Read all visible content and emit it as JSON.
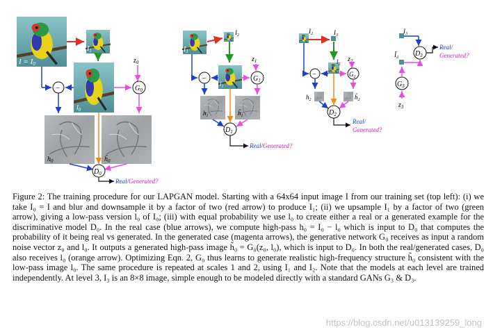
{
  "figure": {
    "colors": {
      "blue": "#1a3fd0",
      "red": "#e0301e",
      "green": "#1f9a2a",
      "magenta": "#e64de0",
      "orange": "#f08a1c",
      "real_text": "#1a3fd0",
      "generated_text": "#d020c8"
    },
    "level0": {
      "image_label": "I = I",
      "image_label_sub": "0",
      "i1": "I",
      "i1_sub": "1",
      "z": "z",
      "z_sub": "0",
      "l": "l",
      "l_sub": "0",
      "g": "G",
      "g_sub": "0",
      "minus": "−",
      "h": "h",
      "h_sub": "0",
      "ht": "h̃",
      "ht_sub": "0",
      "d": "D",
      "d_sub": "0",
      "real": "Real/",
      "generated": "Generated?"
    },
    "level1": {
      "i1": "I",
      "i1_sub": "1",
      "i2": "I",
      "i2_sub": "2",
      "z": "z",
      "z_sub": "1",
      "l": "l",
      "l_sub": "1",
      "g": "G",
      "g_sub": "1",
      "minus": "−",
      "h": "h",
      "h_sub": "1",
      "ht": "h̃",
      "ht_sub": "1",
      "d": "D",
      "d_sub": "1",
      "real": "Real/",
      "generated": "Generated?"
    },
    "level2": {
      "i2": "I",
      "i2_sub": "2",
      "i3": "I",
      "i3_sub": "3",
      "z": "z",
      "z_sub": "2",
      "l": "l",
      "l_sub": "2",
      "g": "G",
      "g_sub": "2",
      "minus": "−",
      "h": "h",
      "h_sub": "2",
      "ht": "h̃",
      "ht_sub": "2",
      "d": "D",
      "d_sub": "2",
      "real": "Real/",
      "generated": "Generated?"
    },
    "level3": {
      "i3": "I",
      "i3_sub": "3",
      "it": "Ĩ",
      "it_sub": "3",
      "z": "z",
      "z_sub": "3",
      "g": "G",
      "g_sub": "3",
      "d": "D",
      "d_sub": "3",
      "real": "Real/",
      "generated": "Generated?"
    }
  },
  "caption": {
    "label": "Figure 2:",
    "text": "The training procedure for our LAPGAN model. Starting with a 64x64 input image I from our training set (top left): (i) we take I₀ = I and blur and downsample it by a factor of two (red arrow) to produce I₁; (ii) we upsample I₁ by a factor of two (green arrow), giving a low-pass version l₀ of I₀; (iii) with equal probability we use l₀ to create either a real or a generated example for the discriminative model D₀. In the real case (blue arrows), we compute high-pass h₀ = I₀ − l₀ which is input to D₀ that computes the probability of it being real vs generated. In the generated case (magenta arrows), the generative network G₀ receives as input a random noise vector z₀ and l₀. It outputs a generated high-pass image h̃₀ = G₀(z₀, l₀), which is input to D₀. In both the real/generated cases, D₀ also receives l₀ (orange arrow). Optimizing Eqn. 2, G₀ thus learns to generate realistic high-frequency structure h̃₀ consistent with the low-pass image l₀. The same procedure is repeated at scales 1 and 2, using I₁ and I₂. Note that the models at each level are trained independently. At level 3, I₃ is an 8×8 image, simple enough to be modeled directly with a standard GANs G₃ & D₃."
  },
  "watermark": "https://blog.csdn.net/u013139259_long"
}
